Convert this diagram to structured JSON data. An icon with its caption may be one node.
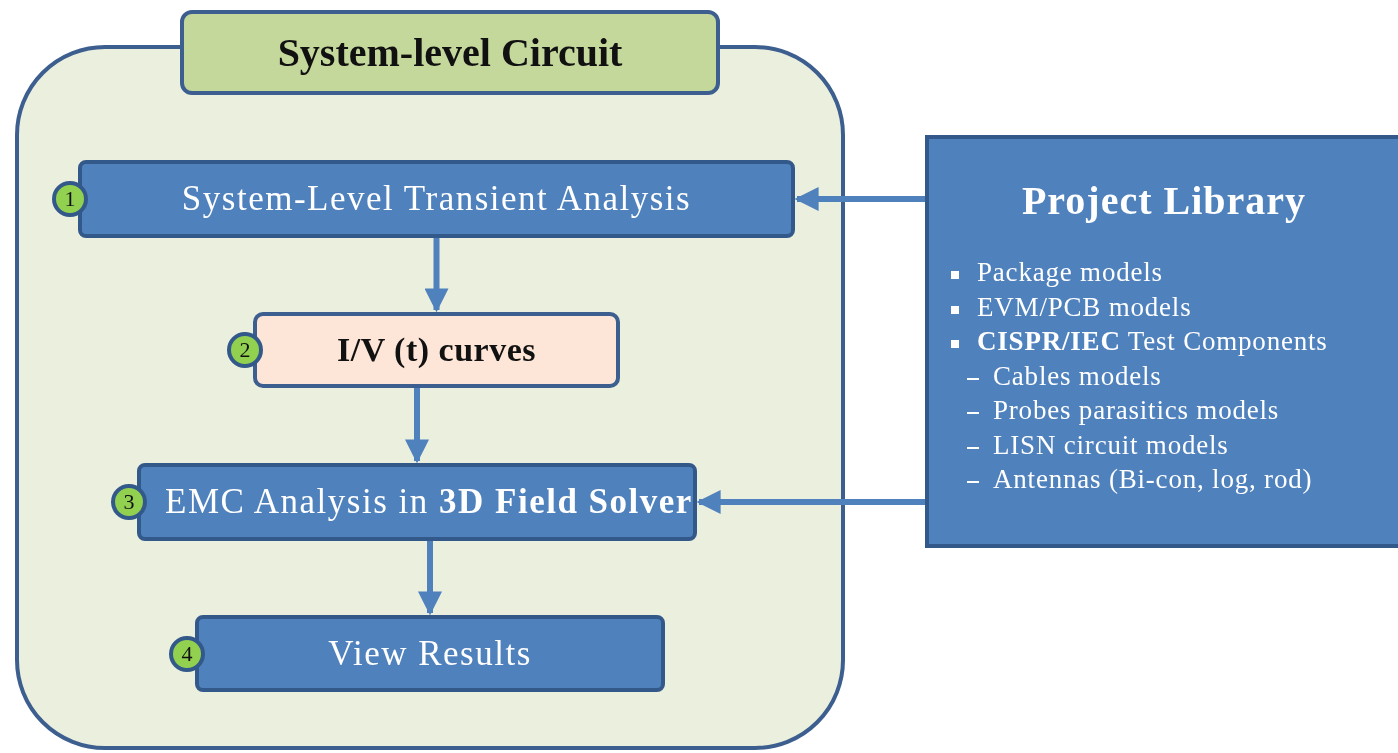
{
  "diagram": {
    "nodes": [
      {
        "text": [
          "System-level Circuit"
        ]
      },
      {
        "text": [
          "System-Level Transient Analysis"
        ],
        "in": 0,
        "beside": [
          "1"
        ]
      },
      {
        "text": [
          "I/V (t) curves"
        ],
        "in": 0,
        "beside": [
          "2"
        ]
      },
      {
        "text": [
          "EMC Analysis in **3D Field Solver**"
        ],
        "in": 0,
        "beside": [
          "3"
        ]
      },
      {
        "text": [
          "View Results"
        ],
        "in": 0,
        "beside": [
          "4"
        ]
      },
      {
        "text": [
          "Project Library",
          "Package models",
          "EVM/PCB models",
          "**CISPR/IEC** Test Components",
          "Cables models",
          "Probes parasitics models",
          "LISN circuit models",
          "Antennas (Bi-con, log, rod)"
        ]
      }
    ],
    "edges": [
      {
        "from": 1,
        "to": 2,
        "arrow": "to"
      },
      {
        "from": 2,
        "to": 3,
        "arrow": "to"
      },
      {
        "from": 3,
        "to": 4,
        "arrow": "to"
      },
      {
        "from": 5,
        "to": 1,
        "arrow": "to"
      },
      {
        "from": 5,
        "to": 3,
        "arrow": "to"
      }
    ]
  }
}
